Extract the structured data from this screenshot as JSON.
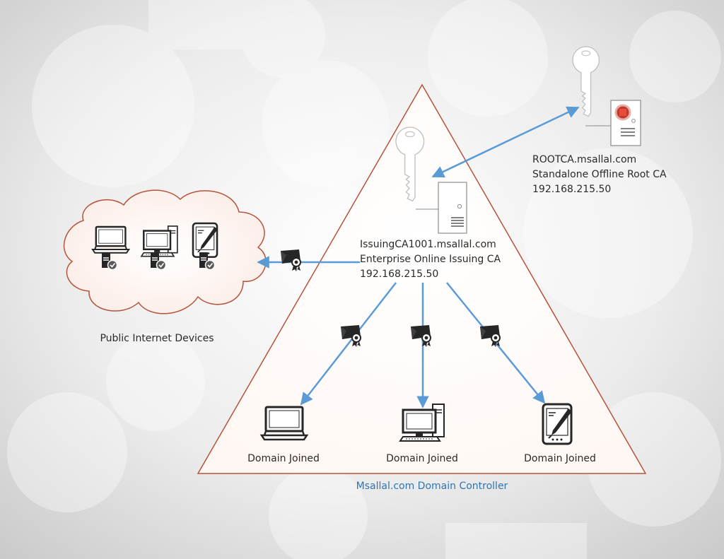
{
  "root_ca": {
    "hostname": "ROOTCA.msallal.com",
    "role": "Standalone Offline Root CA",
    "ip": "192.168.215.50"
  },
  "issuing_ca": {
    "hostname": "IssuingCA1001.msallal.com",
    "role": "Enterprise Online Issuing CA",
    "ip": "192.168.215.50"
  },
  "public_cloud": {
    "label": "Public Internet Devices"
  },
  "domain_devices": [
    {
      "label": "Domain Joined",
      "icon": "laptop-icon"
    },
    {
      "label": "Domain Joined",
      "icon": "desktop-computer-icon"
    },
    {
      "label": "Domain Joined",
      "icon": "tablet-pen-icon"
    }
  ],
  "domain": {
    "label": "Msallal.com Domain Controller"
  },
  "colors": {
    "arrow": "#5b9bd5",
    "triangle_border": "#b5533c",
    "domain_label": "#2e75b6"
  }
}
